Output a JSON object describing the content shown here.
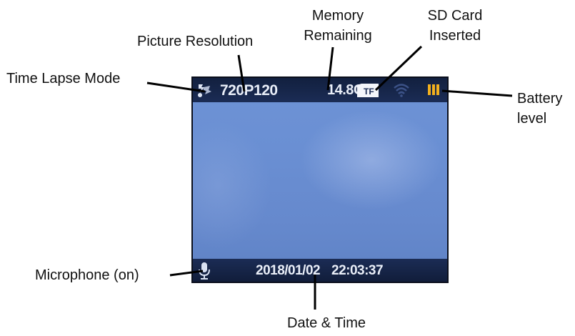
{
  "callouts": {
    "time_lapse_mode": "Time Lapse Mode",
    "picture_resolution": "Picture Resolution",
    "memory_line1": "Memory",
    "memory_line2": "Remaining",
    "sd_line1": "SD Card",
    "sd_line2": "Inserted",
    "battery_line1": "Battery",
    "battery_line2": "level",
    "microphone": "Microphone (on)",
    "date_time": "Date & Time"
  },
  "osd": {
    "resolution": "720P120",
    "memory": "14.8G",
    "sd_label": "TF",
    "date": "2018/01/02",
    "time": "22:03:37",
    "icons": [
      "time-lapse-icon",
      "sd-card-icon",
      "wifi-icon",
      "battery-icon",
      "microphone-icon"
    ]
  },
  "colors": {
    "screen_blue": "#6a8fd3",
    "bar_dark": "#12203f",
    "osd_text": "#e9eef8",
    "battery_yellow": "#f2b01e"
  }
}
